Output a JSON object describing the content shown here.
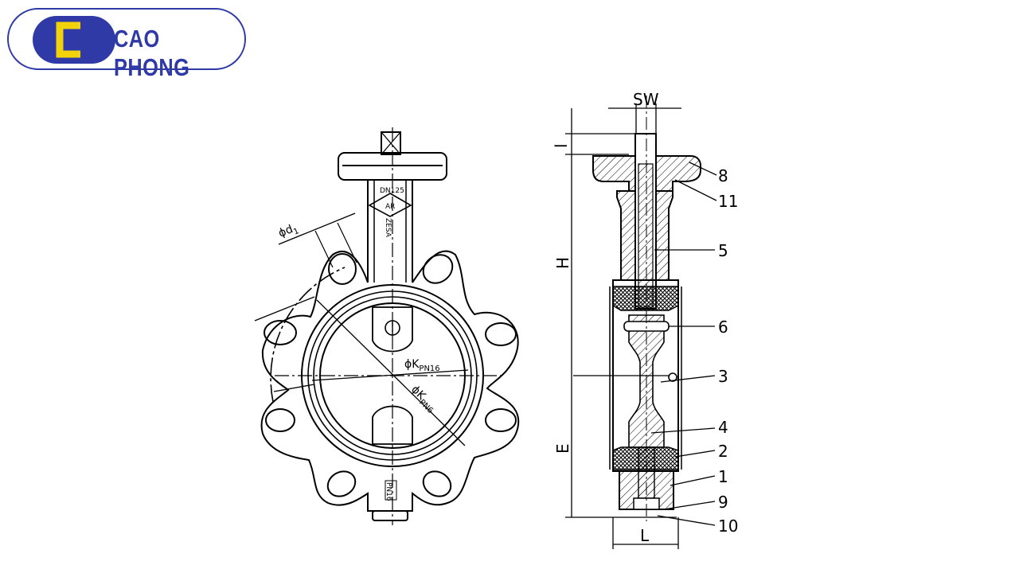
{
  "brand": {
    "name": "CAO PHONG",
    "color": "#2f3aa6",
    "accent": "#f2d20a"
  },
  "front_view": {
    "dim_bolt_hole": "ϕd",
    "dim_bolt_hole_sub": "1",
    "dim_circle_a": "ϕK",
    "dim_circle_a_sub": "PN16",
    "dim_circle_b": "ϕK",
    "dim_circle_b_sub": "PN6",
    "neck_markings": [
      "DN125",
      "AR",
      "ZESA"
    ],
    "bottom_marking": "PN16"
  },
  "side_view": {
    "dimensions": {
      "sw": "SW",
      "l_top": "l",
      "h": "H",
      "e": "E",
      "l_bottom": "L"
    },
    "part_numbers": [
      "8",
      "11",
      "5",
      "6",
      "3",
      "4",
      "2",
      "1",
      "9",
      "10"
    ]
  }
}
